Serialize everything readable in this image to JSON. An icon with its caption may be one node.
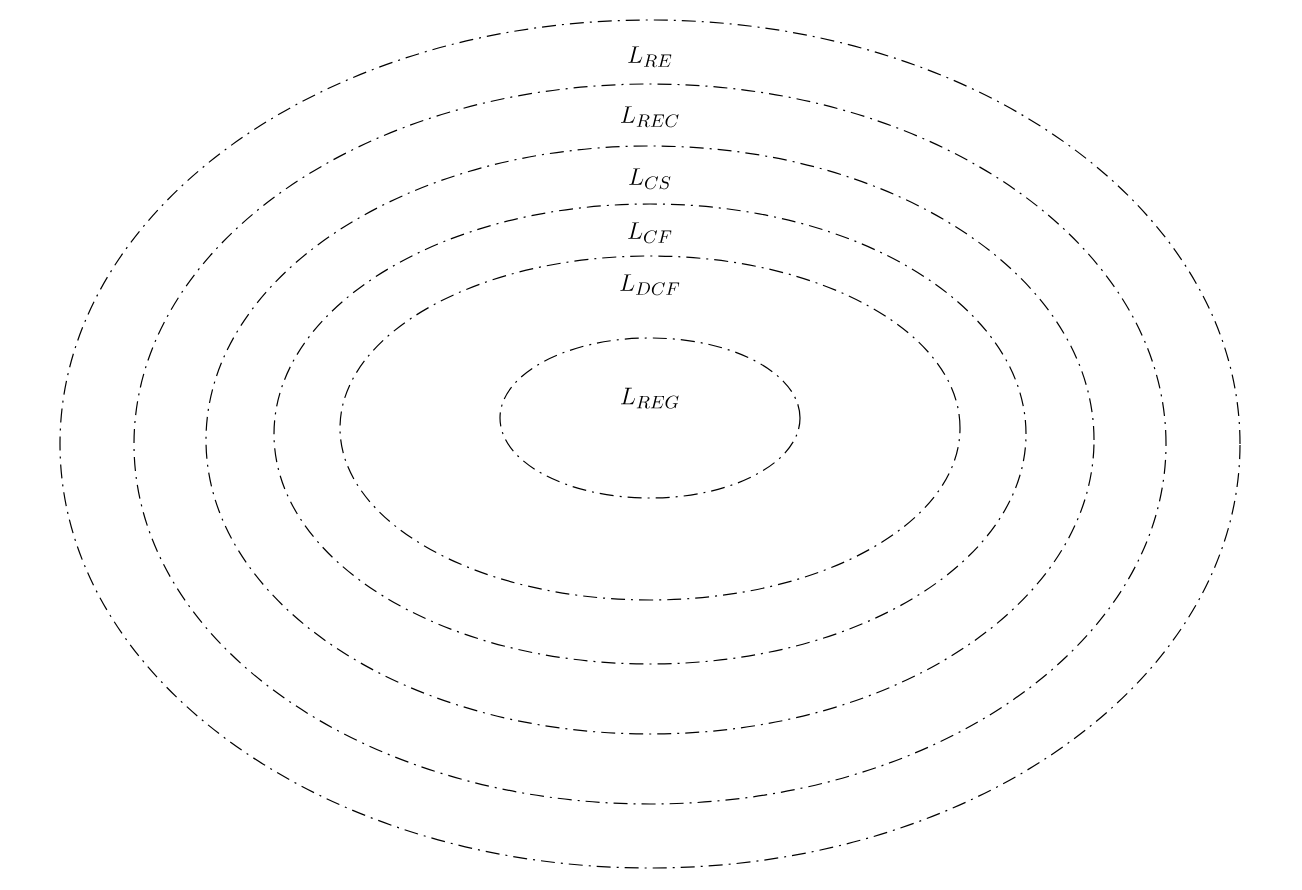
{
  "diagram": {
    "nodes": [
      {
        "text": [
          "L_{RE}"
        ]
      },
      {
        "text": [
          "L_{REC}"
        ],
        "in": 0
      },
      {
        "text": [
          "L_{CS}"
        ],
        "in": 1
      },
      {
        "text": [
          "L_{CF}"
        ],
        "in": 2
      },
      {
        "text": [
          "L_{DCF}"
        ],
        "in": 3
      },
      {
        "text": [
          "L_{REG}"
        ],
        "in": 4
      }
    ]
  }
}
